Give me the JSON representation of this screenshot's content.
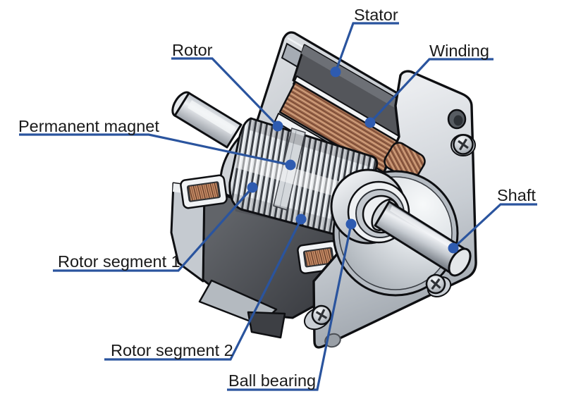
{
  "diagram": {
    "title": "Stepper motor cutaway diagram",
    "colors": {
      "leader_line": "#2a549e",
      "leader_dot": "#2e5bb0",
      "label_text": "#1a1a1a",
      "stator_gray": "#54565b",
      "winding_copper": "#bd8764",
      "body_metal": "#ccd1d6",
      "background": "#ffffff"
    },
    "labels": [
      {
        "id": "stator",
        "text": "Stator"
      },
      {
        "id": "winding",
        "text": "Winding"
      },
      {
        "id": "rotor",
        "text": "Rotor"
      },
      {
        "id": "permanent-magnet",
        "text": "Permanent magnet"
      },
      {
        "id": "rotor-segment-1",
        "text": "Rotor segment 1"
      },
      {
        "id": "rotor-segment-2",
        "text": "Rotor segment 2"
      },
      {
        "id": "ball-bearing",
        "text": "Ball bearing"
      },
      {
        "id": "shaft",
        "text": "Shaft"
      }
    ]
  }
}
